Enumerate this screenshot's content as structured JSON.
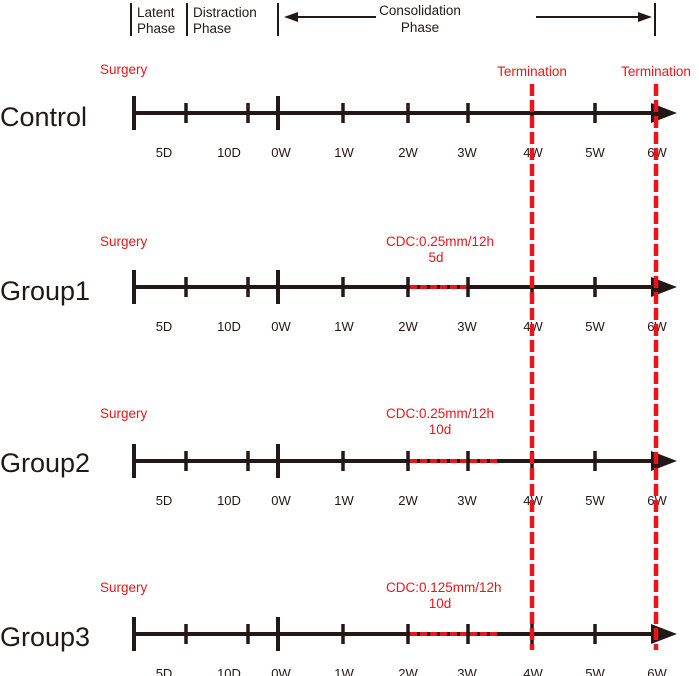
{
  "header": {
    "latent": [
      "Latent",
      "Phase"
    ],
    "distraction": [
      "Distraction",
      "Phase"
    ],
    "consolidation": [
      "Consolidation",
      "Phase"
    ]
  },
  "termination_label": "Termination",
  "surgery_label": "Surgery",
  "tick_labels": [
    "5D",
    "10D",
    "0W",
    "1W",
    "2W",
    "3W",
    "4W",
    "5W",
    "6W"
  ],
  "rows": [
    {
      "name": "Control",
      "cdc": null
    },
    {
      "name": "Group1",
      "cdc": {
        "line1": "CDC:0.25mm/12h",
        "line2": "5d",
        "span": [
          "2W",
          "3W"
        ]
      }
    },
    {
      "name": "Group2",
      "cdc": {
        "line1": "CDC:0.25mm/12h",
        "line2": "10d",
        "span": [
          "2W",
          "3W+"
        ]
      }
    },
    {
      "name": "Group3",
      "cdc": {
        "line1": "CDC:0.125mm/12h",
        "line2": "10d",
        "span": [
          "2W",
          "3W+"
        ]
      }
    }
  ],
  "colors": {
    "axis": "#231815",
    "accent": "#e8161b",
    "background": "#ffffff"
  }
}
